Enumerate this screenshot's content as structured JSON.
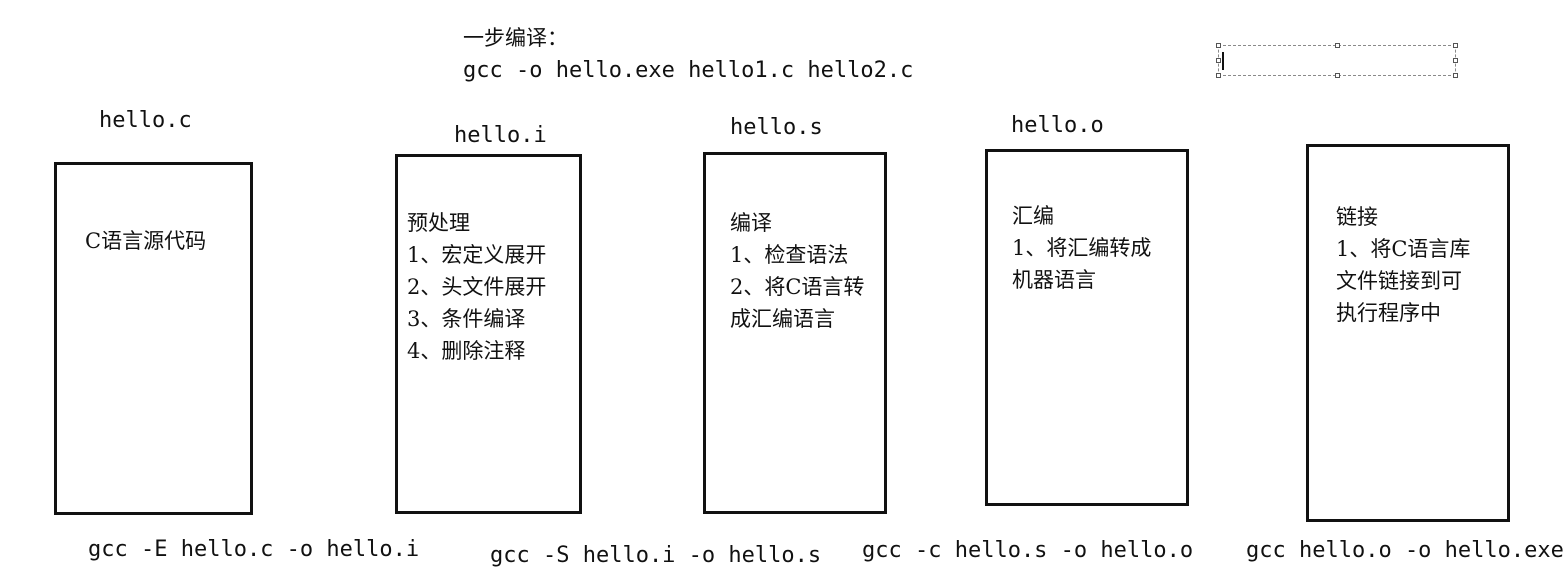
{
  "header": {
    "title": "一步编译：",
    "command": "gcc -o hello.exe hello1.c hello2.c"
  },
  "stages": [
    {
      "file": "hello.c",
      "lines": [
        "C语言源代码"
      ],
      "command": "gcc -E hello.c -o hello.i"
    },
    {
      "file": "hello.i",
      "lines": [
        "预处理",
        "1、宏定义展开",
        "2、头文件展开",
        "3、条件编译",
        "4、删除注释"
      ],
      "command": "gcc -S hello.i -o hello.s"
    },
    {
      "file": "hello.s",
      "lines": [
        "编译",
        "1、检查语法",
        "2、将C语言转",
        "成汇编语言"
      ],
      "command": "gcc -c hello.s -o hello.o"
    },
    {
      "file": "hello.o",
      "lines": [
        "汇编",
        "1、将汇编转成",
        "机器语言"
      ],
      "command": "gcc hello.o -o hello.exe"
    },
    {
      "file": "",
      "lines": [
        "链接",
        "1、将C语言库",
        "文件链接到可",
        "执行程序中"
      ],
      "command": ""
    }
  ],
  "colors": {
    "stroke": "#111111",
    "background": "#ffffff",
    "selection": "#8a8a8a"
  }
}
